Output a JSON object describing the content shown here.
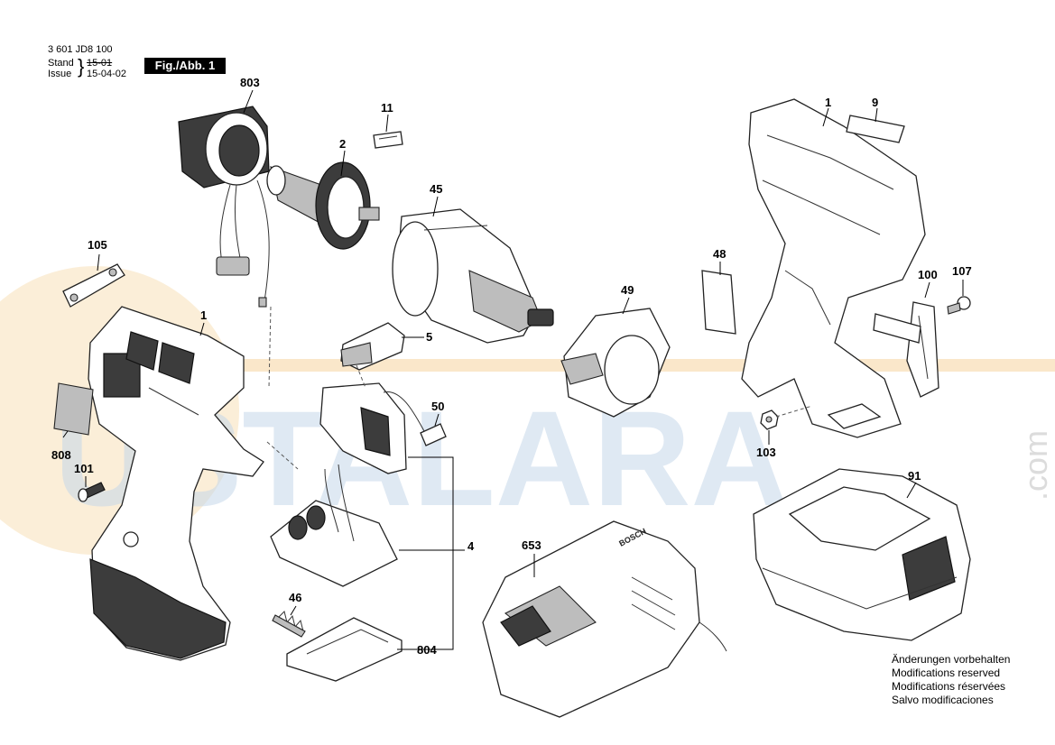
{
  "header": {
    "doc_number": "3 601 JD8 100",
    "stand_label": "Stand",
    "issue_label": "Issue",
    "stand_date": "15-01",
    "issue_date": "15-04-02",
    "brace": "}",
    "figure_label": "Fig./Abb. 1"
  },
  "callouts": {
    "p803": "803",
    "p11": "11",
    "p2": "2",
    "p45": "45",
    "p1_housing": "1",
    "p9": "9",
    "p105": "105",
    "p1_left": "1",
    "p5": "5",
    "p48": "48",
    "p49": "49",
    "p100": "100",
    "p107": "107",
    "p50": "50",
    "p808": "808",
    "p101": "101",
    "p103": "103",
    "p91": "91",
    "p4": "4",
    "p653": "653",
    "p46": "46",
    "p804": "804"
  },
  "labels": {
    "charger_brand": "BOSCH"
  },
  "watermark": {
    "text": "USTALARA",
    "suffix": ".com"
  },
  "notes": {
    "de": "Änderungen vorbehalten",
    "en": "Modifications reserved",
    "fr": "Modifications réservées",
    "es": "Salvo modificaciones"
  }
}
